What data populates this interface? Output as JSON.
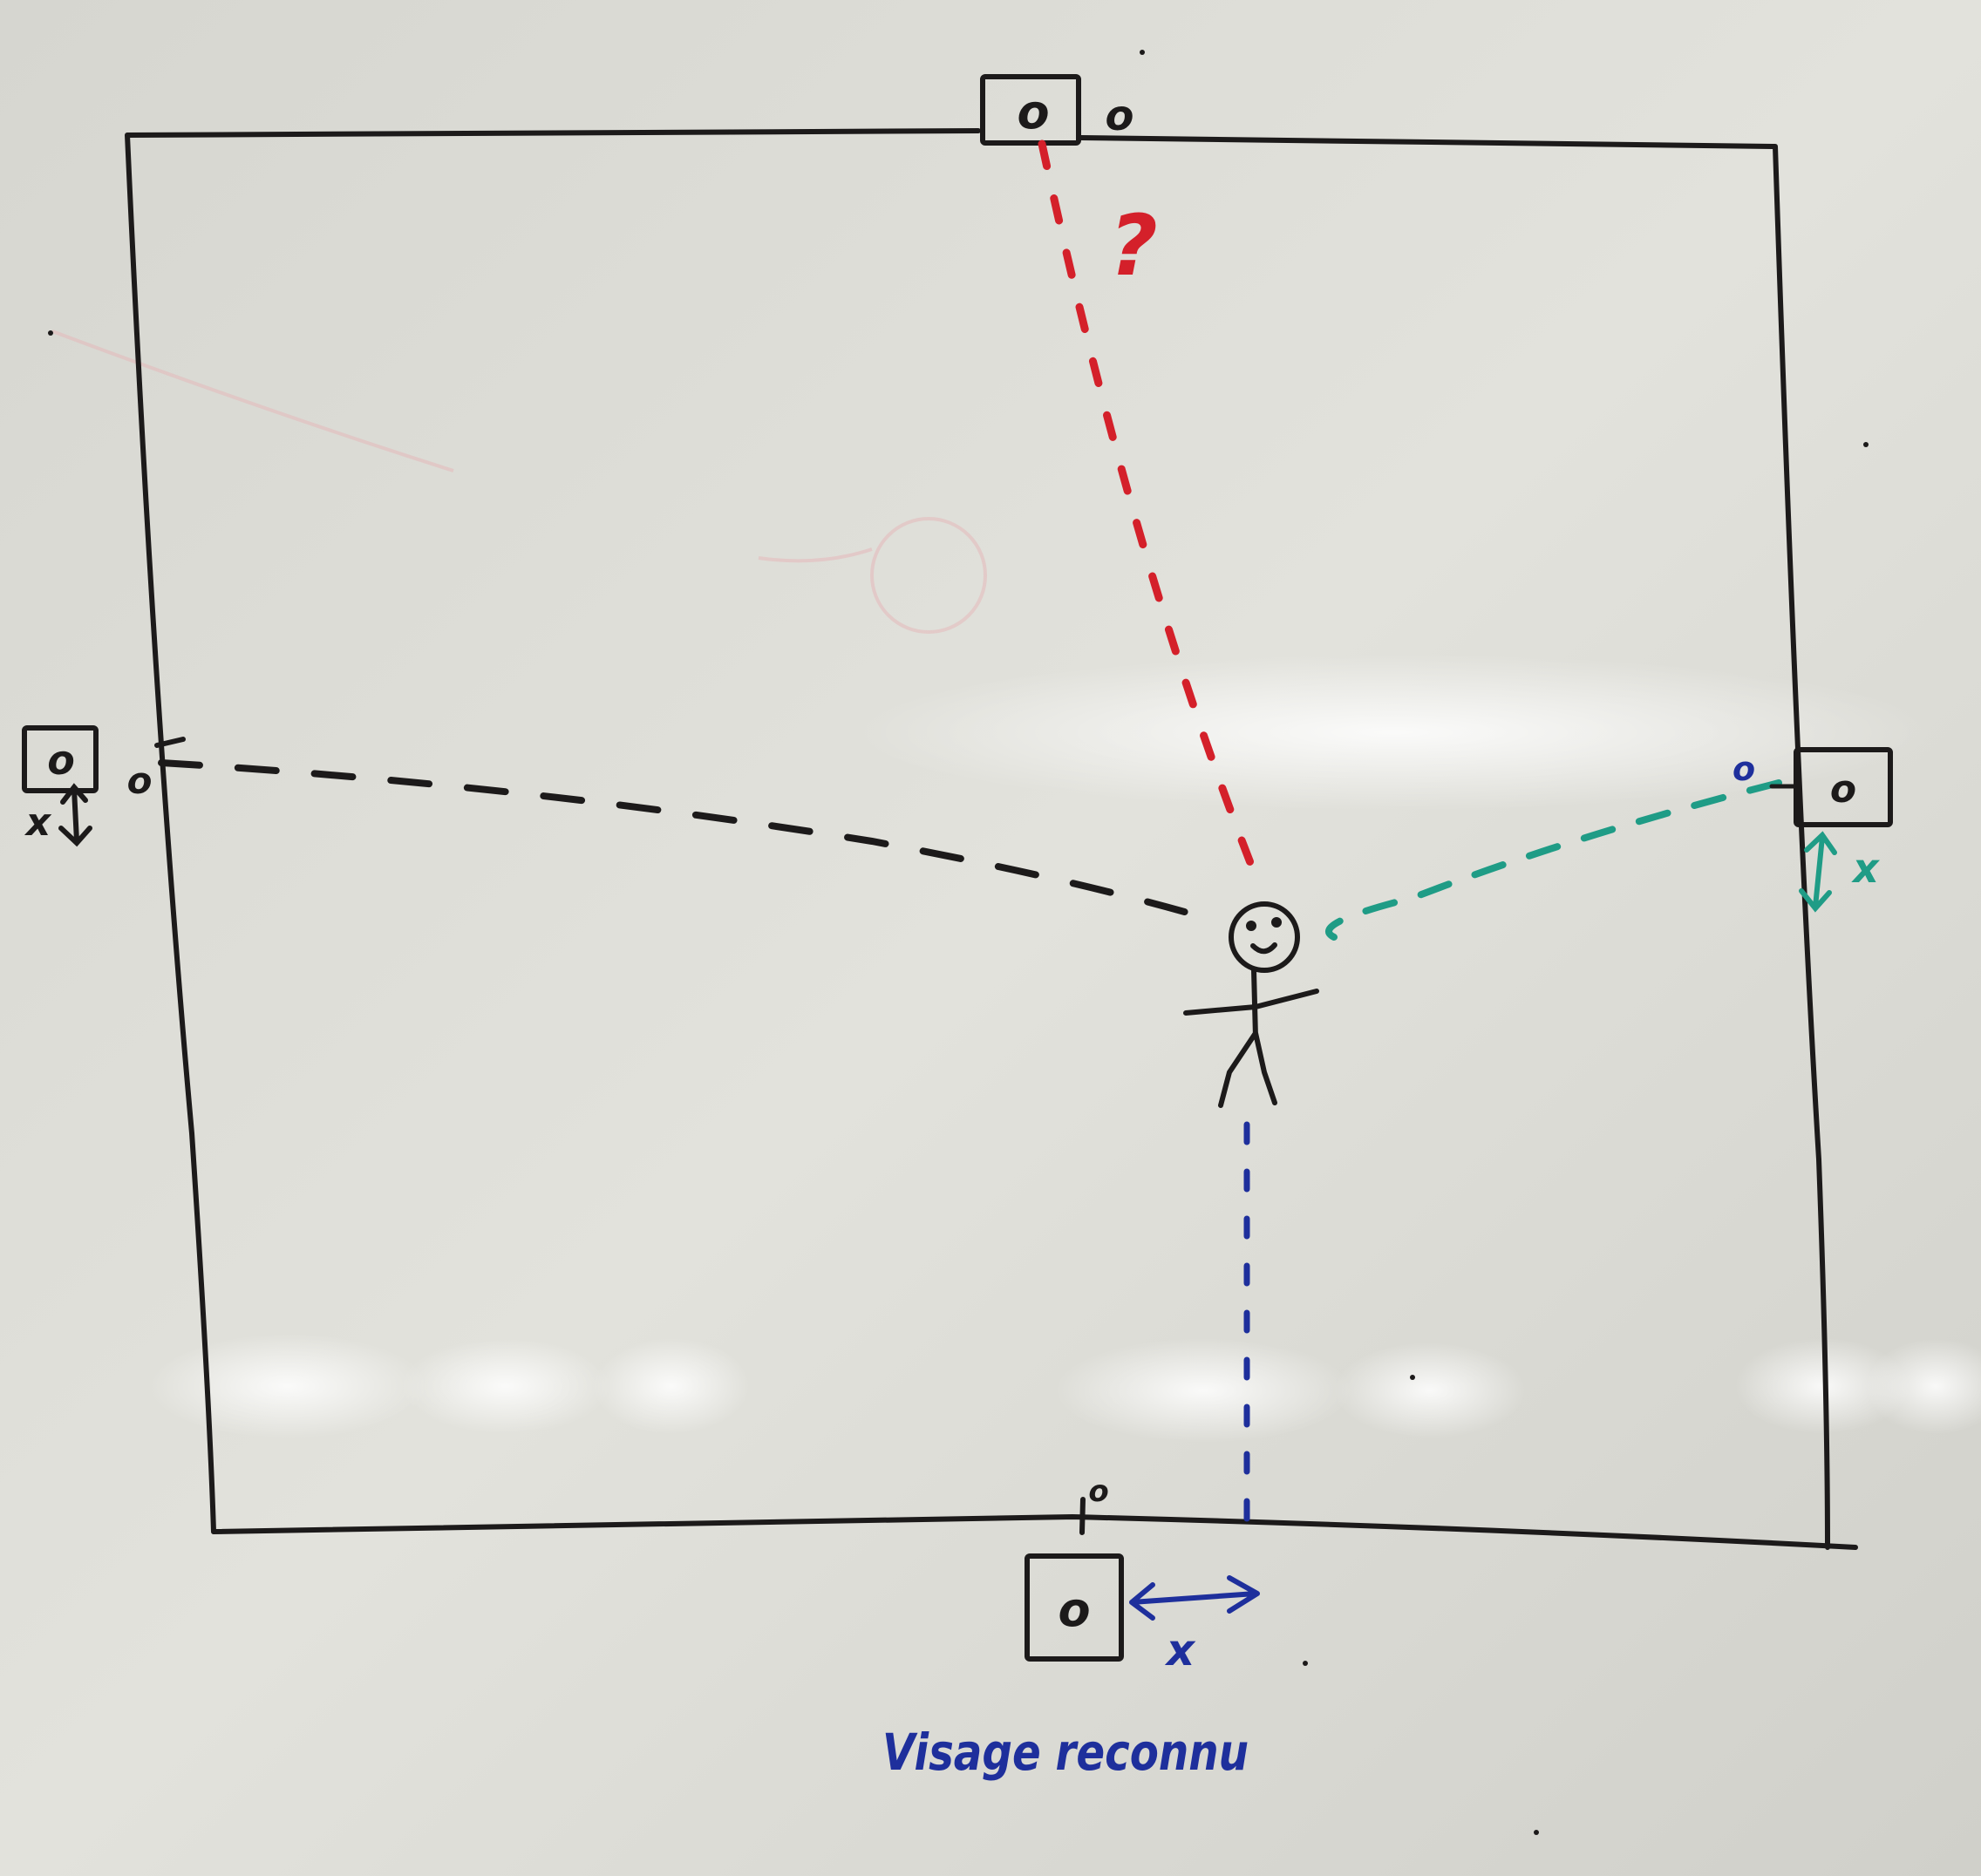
{
  "colors": {
    "board": "#dcdcd6",
    "ink_black": "#1c1a1a",
    "ink_red": "#d4202a",
    "ink_blue": "#1e2f9c",
    "ink_teal": "#1f9c86"
  },
  "cameras": [
    {
      "id": "top",
      "lens": "o",
      "led": "o"
    },
    {
      "id": "left",
      "lens": "o",
      "led": "o"
    },
    {
      "id": "right",
      "lens": "o",
      "led": "o"
    },
    {
      "id": "bottom",
      "lens": "o",
      "led": "o"
    }
  ],
  "annotations": {
    "question_mark": "?",
    "left_offset": "x",
    "right_offset": "x",
    "bottom_offset": "x",
    "caption": "Visage reconnu"
  },
  "icons": {
    "person": "stick-figure-icon",
    "camera": "camera-icon",
    "double_arrow": "double-arrow-icon"
  }
}
